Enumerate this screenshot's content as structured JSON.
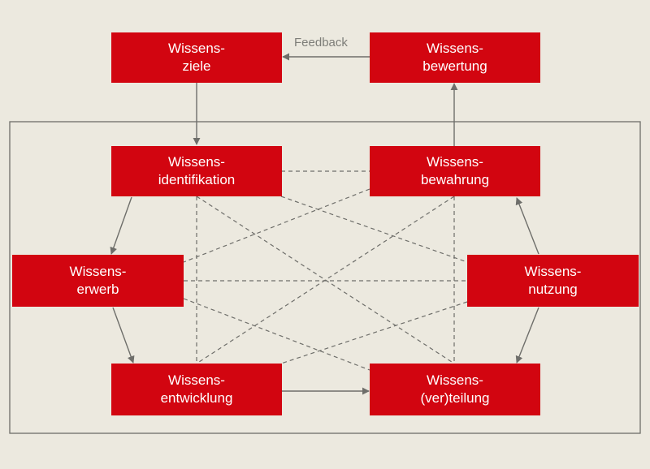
{
  "nodes": {
    "ziele": {
      "line1": "Wissens-",
      "line2": "ziele"
    },
    "bewertung": {
      "line1": "Wissens-",
      "line2": "bewertung"
    },
    "identifikation": {
      "line1": "Wissens-",
      "line2": "identifikation"
    },
    "bewahrung": {
      "line1": "Wissens-",
      "line2": "bewahrung"
    },
    "erwerb": {
      "line1": "Wissens-",
      "line2": "erwerb"
    },
    "nutzung": {
      "line1": "Wissens-",
      "line2": "nutzung"
    },
    "entwicklung": {
      "line1": "Wissens-",
      "line2": "entwicklung"
    },
    "verteilung": {
      "line1": "Wissens-",
      "line2": "(ver)teilung"
    }
  },
  "feedback_label": "Feedback",
  "colors": {
    "background": "#ece9df",
    "box": "#d20510",
    "box_text": "#ffffff",
    "arrow": "#6e6e6a",
    "frame": "#6e6e6a",
    "feedback_text": "#7d7d78"
  }
}
